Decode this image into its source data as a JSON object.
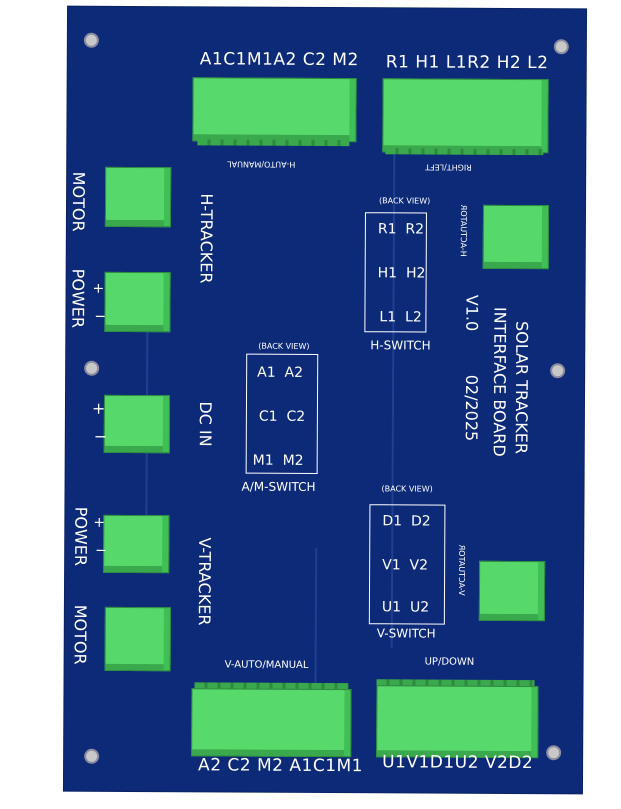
{
  "board": {
    "top_left_header": "A1C1M1A2 C2 M2",
    "top_right_header": "R1 H1 L1R2 H2 L2",
    "top_left_caption": "H-AUTO/MANUAL",
    "top_right_caption": "RIGHT/LEFT",
    "bottom_left_header": "A2 C2 M2 A1C1M1",
    "bottom_right_header": "U1V1D1U2 V2D2",
    "bottom_left_caption": "V-AUTO/MANUAL",
    "bottom_right_caption": "UP/DOWN",
    "left_labels": {
      "motor_top": "MOTOR",
      "power_top": "POWER",
      "power_bottom": "POWER",
      "motor_bottom": "MOTOR",
      "plus": "+",
      "minus": "−"
    },
    "section_labels": {
      "h_tracker": "H-TRACKER",
      "dc_in": "DC IN",
      "v_tracker": "V-TRACKER"
    },
    "title_line1": "SOLAR TRACKER",
    "title_line2": "INTERFACE BOARD",
    "version": "V1.0",
    "date": "02/2025",
    "h_actuator": "H-ACTUATOR",
    "v_actuator": "V-ACTUATOR",
    "back_view": "(BACK VIEW)",
    "h_switch": {
      "label": "H-SWITCH",
      "rows": [
        [
          "R1",
          "R2"
        ],
        [
          "H1",
          "H2"
        ],
        [
          "L1",
          "L2"
        ]
      ]
    },
    "am_switch": {
      "label": "A/M-SWITCH",
      "rows": [
        [
          "A1",
          "A2"
        ],
        [
          "C1",
          "C2"
        ],
        [
          "M1",
          "M2"
        ]
      ]
    },
    "v_switch": {
      "label": "V-SWITCH",
      "rows": [
        [
          "D1",
          "D2"
        ],
        [
          "V1",
          "V2"
        ],
        [
          "U1",
          "U2"
        ]
      ]
    }
  }
}
